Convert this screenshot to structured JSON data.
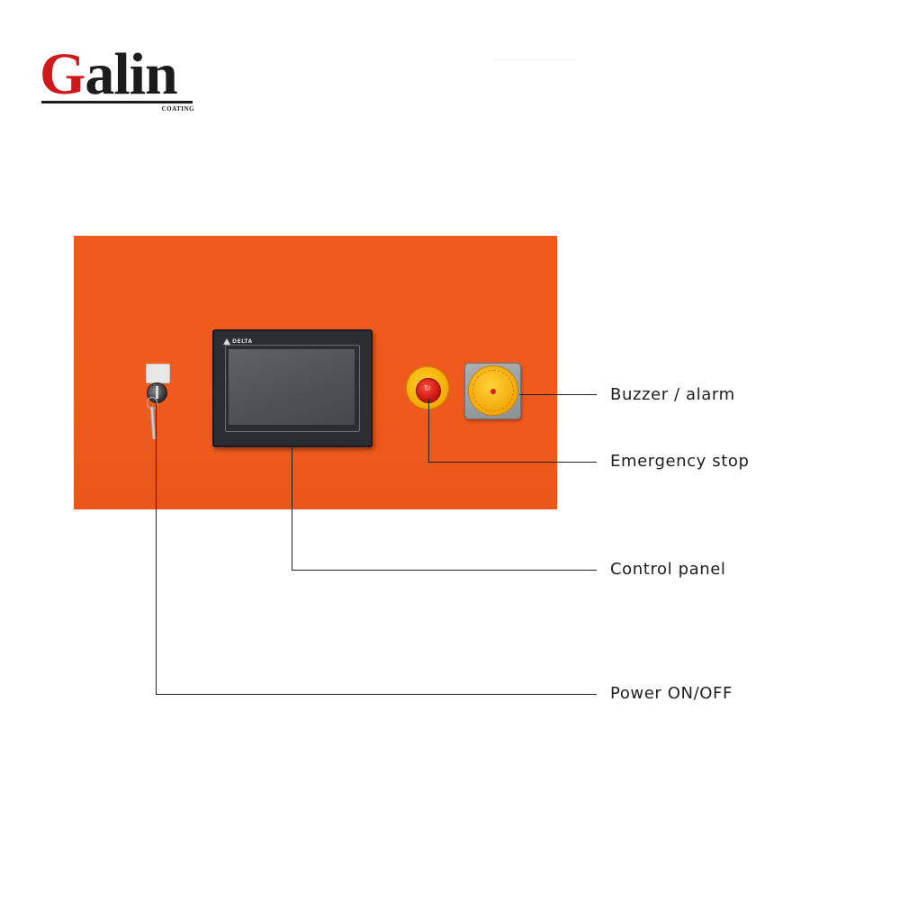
{
  "logo": {
    "first_letter": "G",
    "rest": "alin",
    "subtitle": "COATING",
    "brand_red": "#d0191d"
  },
  "panel": {
    "color": "#f05a1f",
    "hmi_brand": "DELTA"
  },
  "components": [
    {
      "id": "buzzer",
      "label": "Buzzer / alarm",
      "icon": "buzzer-icon"
    },
    {
      "id": "estop",
      "label": "Emergency stop",
      "icon": "emergency-stop-icon"
    },
    {
      "id": "hmi",
      "label": "Control panel",
      "icon": "touchscreen-icon"
    },
    {
      "id": "power",
      "label": "Power ON/OFF",
      "icon": "key-switch-icon"
    }
  ]
}
